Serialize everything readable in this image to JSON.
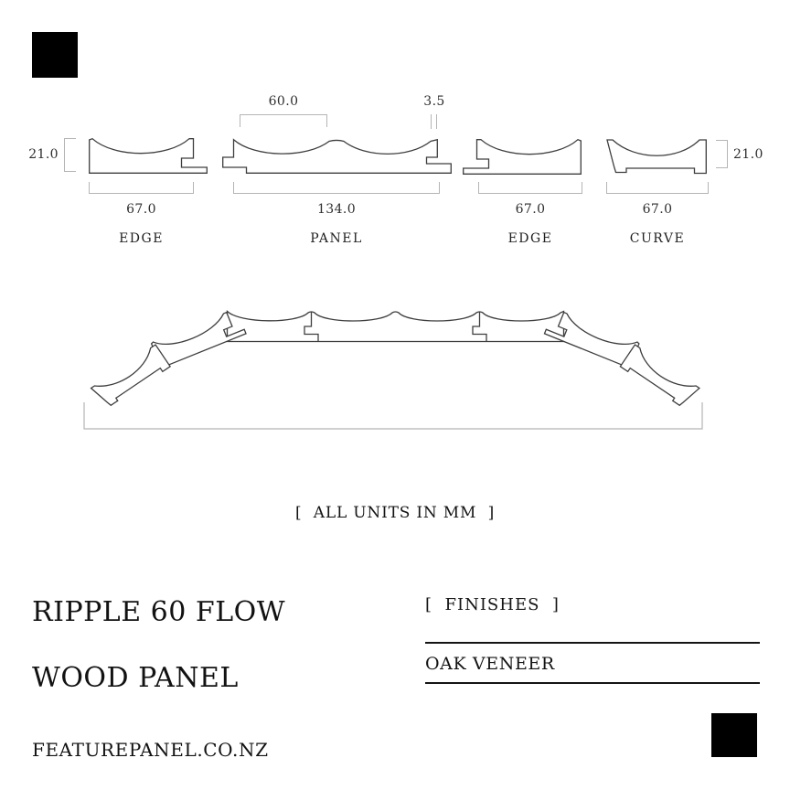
{
  "branding": {
    "site": "FEATUREPANEL.CO.NZ"
  },
  "title": {
    "line1": "RIPPLE 60 FLOW",
    "line2": "WOOD PANEL"
  },
  "units_note": "[  ALL UNITS IN MM  ]",
  "finishes": {
    "header": "[  FINISHES  ]",
    "options": [
      "OAK VENEER"
    ]
  },
  "profiles": [
    {
      "name": "EDGE",
      "width_label": "67.0",
      "height_label": "21.0"
    },
    {
      "name": "PANEL",
      "width_label": "134.0",
      "top_label": "60.0",
      "ridge_label": "3.5"
    },
    {
      "name": "EDGE",
      "width_label": "67.0"
    },
    {
      "name": "CURVE",
      "width_label": "67.0",
      "height_label": "21.0"
    }
  ],
  "colors": {
    "background": "#ffffff",
    "line": "#3e3e3e",
    "dimension": "#b5b5b5",
    "text": "#141414",
    "accent_square": "#000000"
  }
}
